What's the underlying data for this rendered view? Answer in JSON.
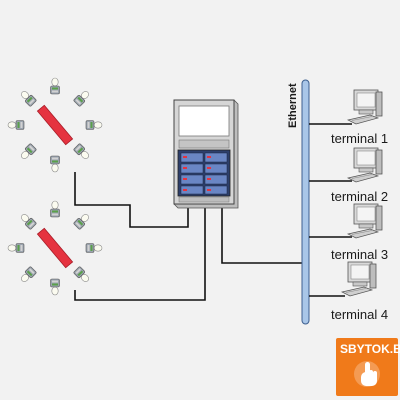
{
  "network": {
    "bus_label": "Ethernet",
    "terminals": [
      {
        "label": "terminal 1"
      },
      {
        "label": "terminal 2"
      },
      {
        "label": "terminal 3"
      },
      {
        "label": "terminal 4"
      }
    ]
  },
  "watermark": {
    "text": "SBYTOK.BY",
    "background": "#f07a1a"
  },
  "colors": {
    "ethernet_bus": "#a9c6e8",
    "light_beam": "#e53340",
    "server_body": "#cfcfcf",
    "server_panel": "#2d3f6b",
    "wire": "#111111"
  },
  "icons": [
    "light-fixture-icon",
    "server-rack-icon",
    "computer-terminal-icon",
    "hand-pointer-icon"
  ]
}
